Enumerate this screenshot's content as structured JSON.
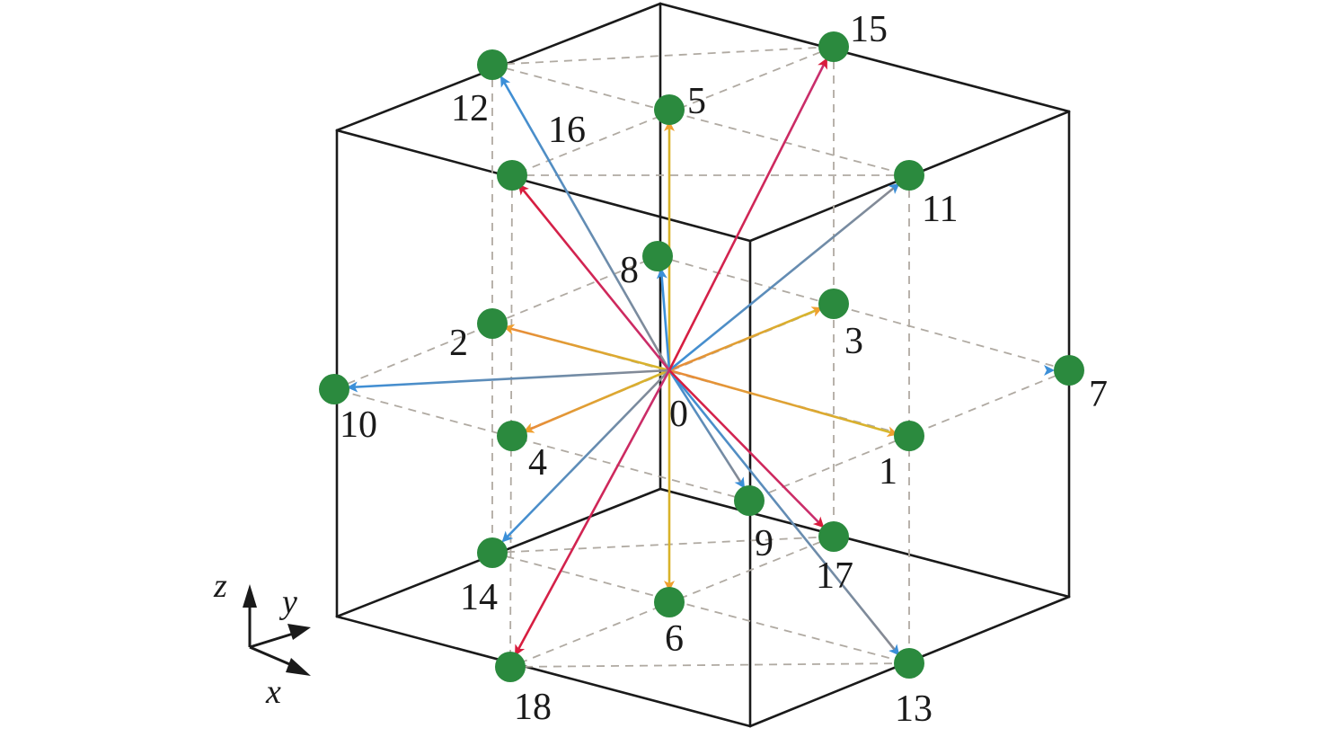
{
  "labels": {
    "l0": "0",
    "l1": "1",
    "l2": "2",
    "l3": "3",
    "l4": "4",
    "l5": "5",
    "l6": "6",
    "l7": "7",
    "l8": "8",
    "l9": "9",
    "l10": "10",
    "l11": "11",
    "l12": "12",
    "l13": "13",
    "l14": "14",
    "l15": "15",
    "l16": "16",
    "l17": "17",
    "l18": "18"
  },
  "axes": {
    "z": "z",
    "y": "y",
    "x": "x"
  },
  "colors": {
    "node": "#2b8a3e",
    "cube_edge": "#1a1a1a",
    "dashed_grid": "#b0aaa2",
    "orange": "#f0a030",
    "yellow": "#d9b32a",
    "blue": "#3b8fd8",
    "gray": "#7f7f85",
    "red": "#d81c3c",
    "crimson": "#c81e50"
  }
}
